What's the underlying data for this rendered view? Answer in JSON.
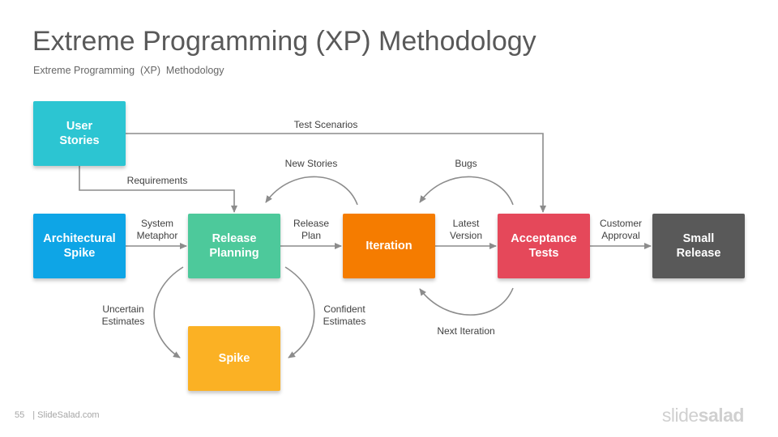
{
  "title": "Extreme Programming (XP) Methodology",
  "subtitle": "Extreme Programming  (XP)  Methodology",
  "boxes": {
    "user_stories": {
      "label": "User\nStories",
      "color": "#2CC5D2"
    },
    "architectural_spike": {
      "label": "Architectural\nSpike",
      "color": "#0EA5E6"
    },
    "release_planning": {
      "label": "Release\nPlanning",
      "color": "#4DC99B"
    },
    "iteration": {
      "label": "Iteration",
      "color": "#F57C00"
    },
    "acceptance_tests": {
      "label": "Acceptance\nTests",
      "color": "#E5485A"
    },
    "small_release": {
      "label": "Small\nRelease",
      "color": "#595959"
    },
    "spike": {
      "label": "Spike",
      "color": "#FBB124"
    }
  },
  "labels": {
    "test_scenarios": "Test Scenarios",
    "requirements": "Requirements",
    "new_stories": "New Stories",
    "bugs": "Bugs",
    "system_metaphor": "System\nMetaphor",
    "release_plan": "Release\nPlan",
    "latest_version": "Latest\nVersion",
    "customer_approval": "Customer\nApproval",
    "uncertain_estimates": "Uncertain\nEstimates",
    "confident_estimates": "Confident\nEstimates",
    "next_iteration": "Next Iteration"
  },
  "footer": {
    "page_number": "55",
    "site": "| SlideSalad.com"
  },
  "logo": {
    "light": "slide",
    "bold": "salad"
  },
  "colors": {
    "arrow": "#8C8C8C",
    "title": "#595959"
  }
}
